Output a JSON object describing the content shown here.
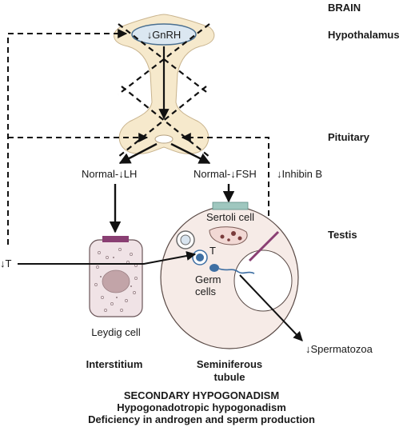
{
  "labels": {
    "brain": "BRAIN",
    "hypothalamus": "Hypothalamus",
    "pituitary": "Pituitary",
    "testis": "Testis",
    "gnrh": "↓GnRH",
    "lh": "Normal-↓LH",
    "fsh": "Normal-↓FSH",
    "inhibin": "↓Inhibin B",
    "testosterone": "↓T",
    "t_small": "T",
    "sertoli": "Sertoli cell",
    "germ_line1": "Germ",
    "germ_line2": "cells",
    "leydig": "Leydig cell",
    "spermatozoa": "↓Spermatozoa",
    "interstitium": "Interstitium",
    "seminiferous_line1": "Seminiferous",
    "seminiferous_line2": "tubule"
  },
  "caption": {
    "title": "SECONDARY HYPOGONADISM",
    "line2": "Hypogonadotropic hypogonadism",
    "line3": "Deficiency in androgen and sperm production"
  },
  "colors": {
    "brain_tissue": "#f6e9cc",
    "brain_outline": "#c9b48e",
    "gnrh_fill": "#dbe7f1",
    "gnrh_stroke": "#4a6f90",
    "leydig_fill": "#f0e3e6",
    "nucleus": "#c2a4a8",
    "cap_purple": "#8a3f73",
    "sertoli_cap": "#9fc7bf",
    "tubule_fill": "#f6ebe7",
    "germ_cell": "#3e6fa3"
  }
}
